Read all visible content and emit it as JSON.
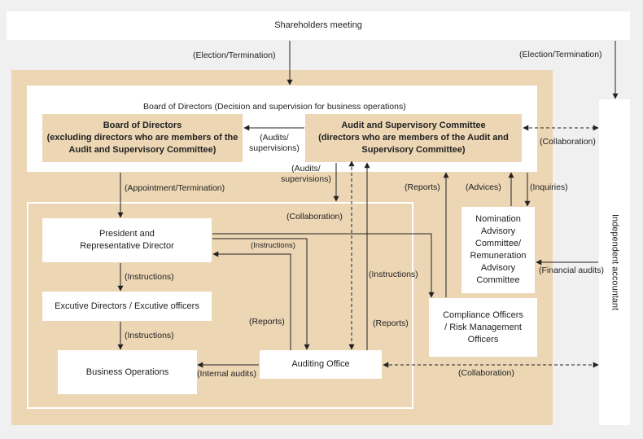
{
  "shareholders": "Shareholders meeting",
  "board_title": "Board of Directors  (Decision and supervision for business operations)",
  "board_excl": "Board of Directors\n(excluding directors who are members of the\nAudit and Supervisory Committee)",
  "audit_committee": "Audit and Supervisory Committee\n(directors who are members of the Audit and\nSupervisory Committee)",
  "president": "President and\nRepresentative Director",
  "exec": "Excutive Directors / Excutive officers",
  "business_ops": "Business Operations",
  "auditing_office": "Auditing Office",
  "compliance": "Compliance Officers\n/ Risk Management\nOfficers",
  "nomination": "Nomination\nAdvisory\nCommittee/\nRemuneration\nAdvisory\nCommittee",
  "independent": "Independent accountant",
  "labels": {
    "election_left": "(Election/Termination)",
    "election_right": "(Election/Termination)",
    "audits_sup_1": "(Audits/\nsupervisions)",
    "audits_sup_2": "(Audits/\nsupervisions)",
    "collab_top": "(Collaboration)",
    "appointment": "(Appointment/Termination)",
    "collab_inner": "(Collaboration)",
    "reports_1": "(Reports)",
    "advices": "(Advices)",
    "inquiries": "(Inquiries)",
    "instructions_small": "(Instructions)",
    "instructions_1": "(Instructions)",
    "instructions_2": "(Instructions)",
    "instructions_3": "(Instructions)",
    "financial_audits": "(Financial audits)",
    "reports_2": "(Reports)",
    "reports_3": "(Reports)",
    "internal_audits": "(Internal audits)",
    "collab_bottom": "(Collaboration)"
  },
  "colors": {
    "tan": "#ecd6b4",
    "white": "#ffffff",
    "background": "#f0f0f0"
  }
}
